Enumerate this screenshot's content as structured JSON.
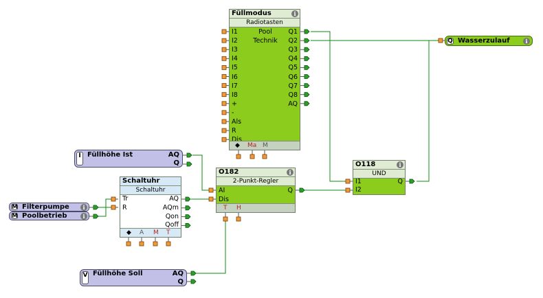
{
  "colors": {
    "block_green": "#8ccc1c",
    "wire": "#0f8a0f",
    "pin_in": "#f09a3a",
    "pin_out": "#2aa22a",
    "io_purple": "#c2c0e6"
  },
  "fuellmodus": {
    "title": "Füllmodus",
    "subtitle": "Radiotasten",
    "inputs": [
      "I1",
      "I2",
      "I3",
      "I4",
      "I5",
      "I6",
      "I7",
      "I8",
      "+",
      "-",
      "Als",
      "R",
      "Dis"
    ],
    "outputs": [
      "Q1",
      "Q2",
      "Q3",
      "Q4",
      "Q5",
      "Q6",
      "Q7",
      "Q8",
      "AQ"
    ],
    "option_pool": "Pool",
    "option_technik": "Technik",
    "footer_ma": "Ma",
    "footer_m": "M"
  },
  "wasserzulauf": {
    "tag": "Q",
    "label": "Wasserzulauf"
  },
  "fuellhoehe_ist": {
    "tag": "I",
    "label": "Füllhöhe Ist",
    "out_aq": "AQ",
    "out_q": "Q"
  },
  "fuellhoehe_soll": {
    "tag": "V",
    "label": "Füllhöhe Soll",
    "out_aq": "AQ",
    "out_q": "Q"
  },
  "filterpumpe": {
    "tag": "M",
    "label": "Filterpumpe"
  },
  "poolbetrieb": {
    "tag": "M",
    "label": "Poolbetrieb"
  },
  "schaltuhr": {
    "title": "Schaltuhr",
    "subtitle": "Schaltuhr",
    "inputs": [
      "Tr",
      "R"
    ],
    "outputs": [
      "AQ",
      "AQm",
      "Qon",
      "Qoff"
    ],
    "footer": [
      "A",
      "M",
      "T"
    ]
  },
  "o182": {
    "title": "O182",
    "subtitle": "2-Punkt-Regler",
    "inputs": [
      "AI",
      "Dis"
    ],
    "output": "Q",
    "footer": [
      "T",
      "H"
    ]
  },
  "o118": {
    "title": "O118",
    "subtitle": "UND",
    "inputs": [
      "I1",
      "I2"
    ],
    "output": "Q"
  }
}
